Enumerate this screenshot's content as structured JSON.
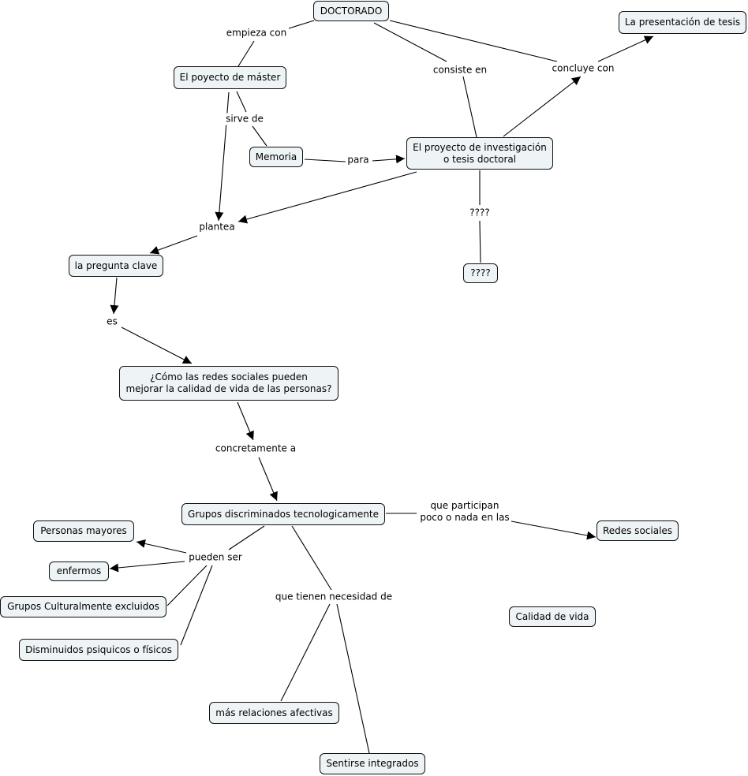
{
  "nodes": {
    "doctorado": "DOCTORADO",
    "presentacion": "La presentación de tesis",
    "master": "El poyecto de máster",
    "memoria": "Memoria",
    "proyecto": "El proyecto de investigación\no tesis doctoral",
    "pregunta": "la pregunta clave",
    "como": "¿Cómo las redes sociales pueden\nmejorar la calidad de vida de las personas?",
    "q4": "????",
    "grupos": "Grupos discriminados tecnologicamente",
    "redes": "Redes sociales",
    "mayores": "Personas mayores",
    "enfermos": "enfermos",
    "culturalmente": "Grupos Culturalmente excluidos",
    "disminuidos": "Disminuidos psiquicos o físicos",
    "calidad": "Calidad de vida",
    "afectivas": "más relaciones afectivas",
    "integrados": "Sentirse integrados"
  },
  "links": {
    "empieza": "empieza con",
    "consiste": "consiste en",
    "concluye": "concluye con",
    "sirve": "sirve de",
    "para": "para",
    "plantea": "plantea",
    "q4": "????",
    "es": "es",
    "concretamente": "concretamente a",
    "participan": "que participan\npoco o nada en las",
    "pueden": "pueden ser",
    "necesidad": "que tienen necesidad de"
  }
}
